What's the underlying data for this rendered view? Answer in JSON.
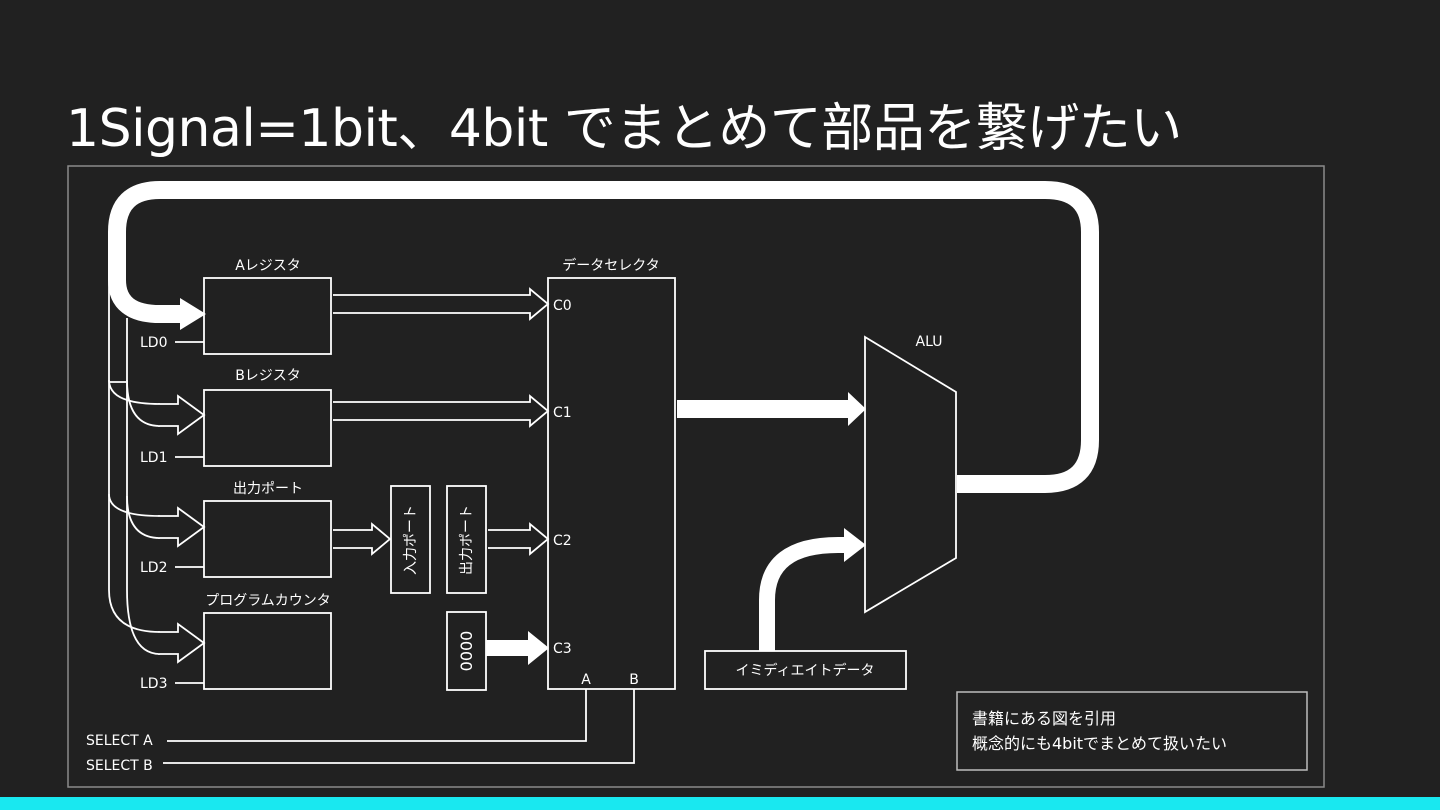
{
  "title": "1Signal=1bit、4bit でまとめて部品を繋げたい",
  "registers": {
    "a": "Aレジスタ",
    "b": "Bレジスタ",
    "out_port": "出力ポート",
    "pc": "プログラムカウンタ"
  },
  "load_signals": [
    "LD0",
    "LD1",
    "LD2",
    "LD3"
  ],
  "ports": {
    "input": "入力ポート",
    "output": "出力ポート"
  },
  "constant": "0000",
  "selector": {
    "label": "データセレクタ",
    "inputs": [
      "C0",
      "C1",
      "C2",
      "C3"
    ],
    "select_pins": [
      "A",
      "B"
    ]
  },
  "alu": "ALU",
  "immediate": "イミディエイトデータ",
  "select_lines": [
    "SELECT A",
    "SELECT B"
  ],
  "note": {
    "line1": "書籍にある図を引用",
    "line2": "概念的にも4bitでまとめて扱いたい"
  },
  "colors": {
    "background": "#212121",
    "foreground": "#ffffff",
    "accent_bar": "#19e8f0"
  }
}
